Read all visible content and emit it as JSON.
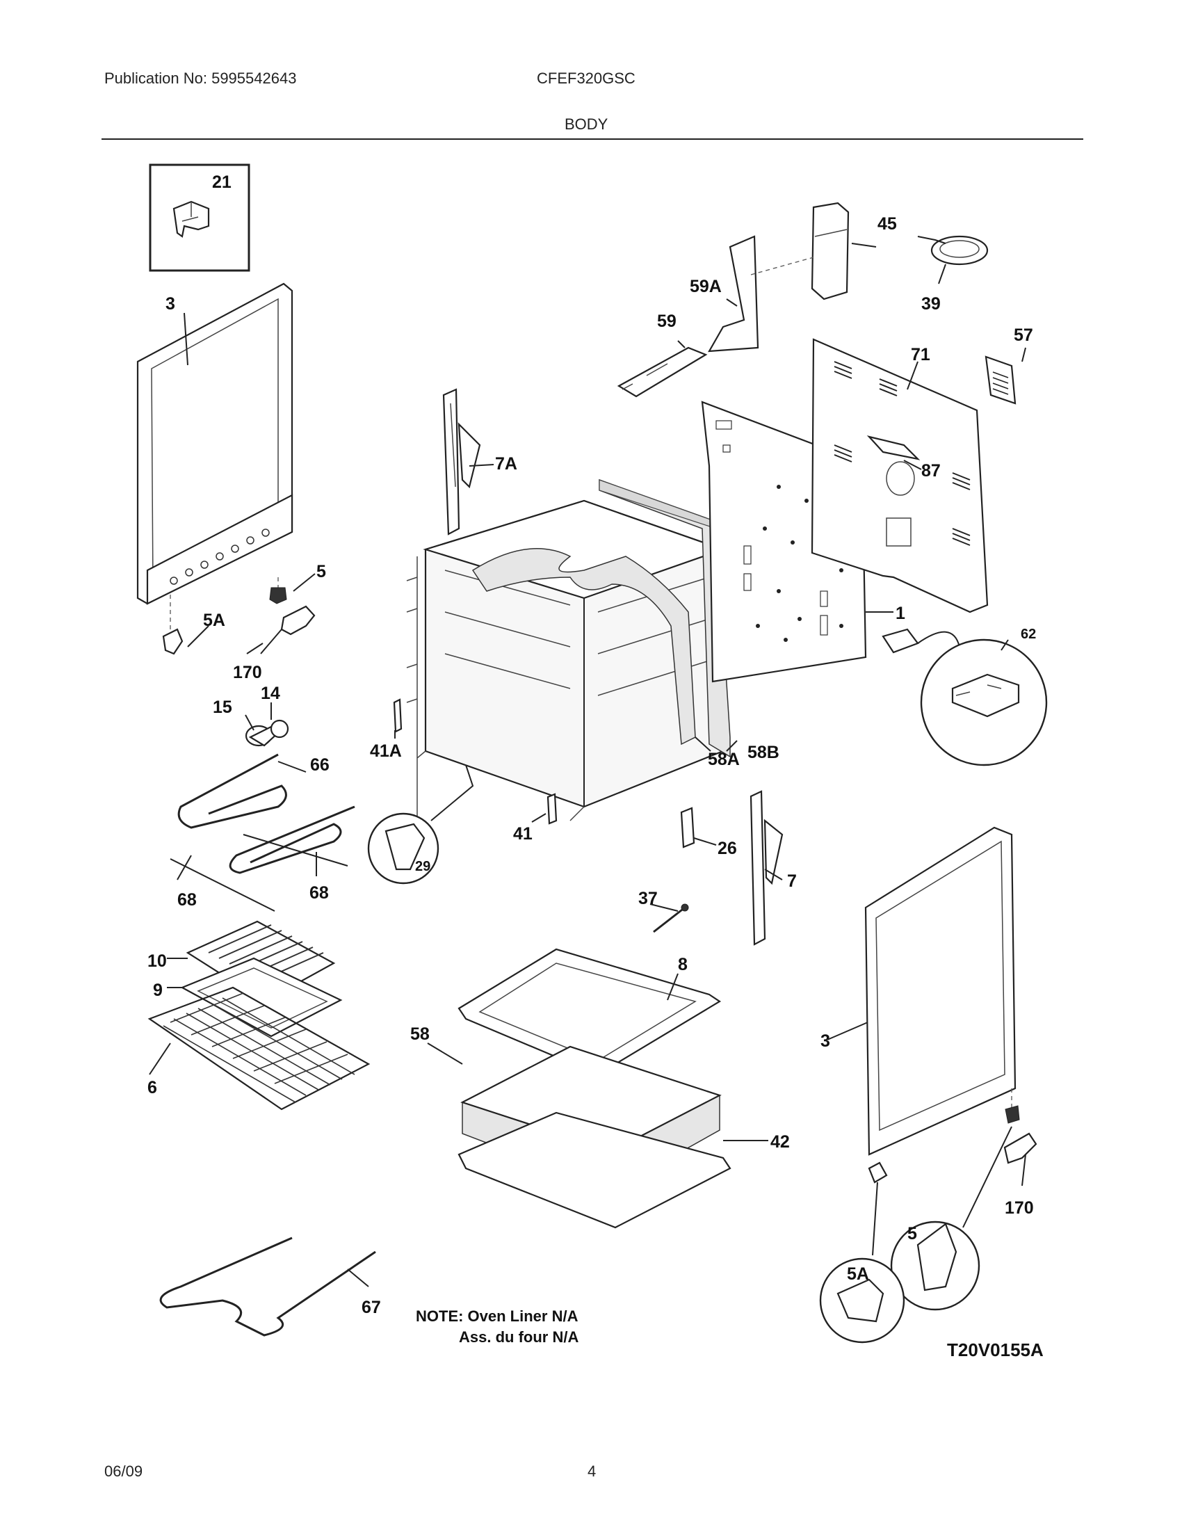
{
  "header": {
    "publication": "Publication No: 5995542643",
    "model": "CFEF320GSC",
    "section": "BODY"
  },
  "footer": {
    "date": "06/09",
    "page": "4"
  },
  "diagram": {
    "code": "T20V0155A",
    "note_line1": "NOTE: Oven Liner N/A",
    "note_line2": "Ass. du four N/A",
    "callouts": {
      "c21": "21",
      "c3a": "3",
      "c3b": "3",
      "c45": "45",
      "c39": "39",
      "c59a": "59A",
      "c59": "59",
      "c71": "71",
      "c57": "57",
      "c87": "87",
      "c7a": "7A",
      "c5a": "5",
      "c5a_a": "5A",
      "c170a": "170",
      "c14": "14",
      "c15": "15",
      "c1": "1",
      "c62": "62",
      "c41a": "41A",
      "c58a": "58A",
      "c58b": "58B",
      "c66": "66",
      "c41": "41",
      "c26": "26",
      "c7": "7",
      "c29": "29",
      "c68a": "68",
      "c68b": "68",
      "c37": "37",
      "c10": "10",
      "c9": "9",
      "c6": "6",
      "c8": "8",
      "c58": "58",
      "c42": "42",
      "c170b": "170",
      "c5b": "5",
      "c5a_b": "5A",
      "c67": "67"
    }
  }
}
